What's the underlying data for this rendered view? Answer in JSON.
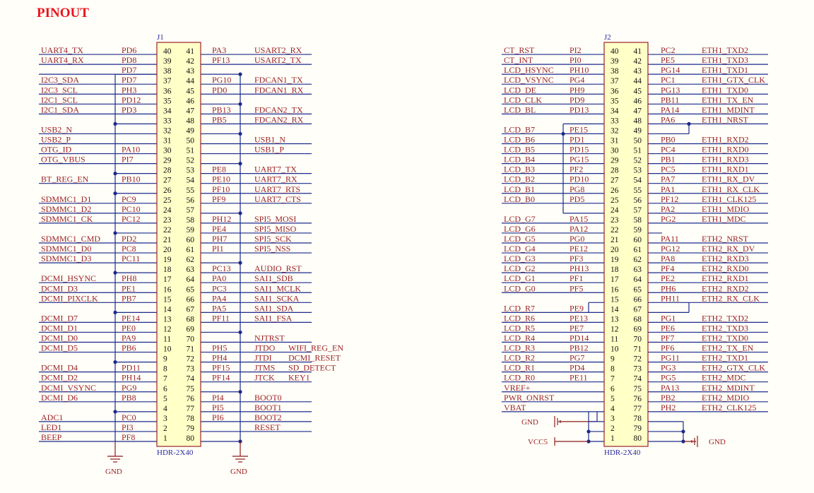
{
  "title": "PINOUT",
  "connectors": [
    {
      "ref": "J1",
      "type": "HDR-2X40",
      "gnd_label": "GND",
      "rows": [
        {
          "l": [
            "UART4_TX",
            "PD6"
          ],
          "ln": "40",
          "rn": "41",
          "r": [
            "PA3",
            "USART2_RX"
          ]
        },
        {
          "l": [
            "UART4_RX",
            "PD8"
          ],
          "ln": "39",
          "rn": "42",
          "r": [
            "PF13",
            "USART2_TX"
          ]
        },
        {
          "l": [
            "",
            "PD7"
          ],
          "ln": "38",
          "rn": "43",
          "r": [
            "",
            ""
          ]
        },
        {
          "l": [
            "I2C3_SDA",
            "PD7"
          ],
          "ln": "37",
          "rn": "44",
          "r": [
            "PG10",
            "FDCAN1_TX"
          ]
        },
        {
          "l": [
            "I2C3_SCL",
            "PH3"
          ],
          "ln": "36",
          "rn": "45",
          "r": [
            "PD0",
            "FDCAN1_RX"
          ]
        },
        {
          "l": [
            "I2C1_SCL",
            "PD12"
          ],
          "ln": "35",
          "rn": "46",
          "r": [
            "",
            ""
          ]
        },
        {
          "l": [
            "I2C1_SDA",
            "PD3"
          ],
          "ln": "34",
          "rn": "47",
          "r": [
            "PB13",
            "FDCAN2_TX"
          ]
        },
        {
          "l": [
            "",
            ""
          ],
          "ln": "33",
          "rn": "48",
          "r": [
            "PB5",
            "FDCAN2_RX"
          ]
        },
        {
          "l": [
            "USB2_N",
            ""
          ],
          "ln": "32",
          "rn": "49",
          "r": [
            "",
            ""
          ]
        },
        {
          "l": [
            "USB2_P",
            ""
          ],
          "ln": "31",
          "rn": "50",
          "r": [
            "",
            "USB1_N"
          ]
        },
        {
          "l": [
            "OTG_ID",
            "PA10"
          ],
          "ln": "30",
          "rn": "51",
          "r": [
            "",
            "USB1_P"
          ]
        },
        {
          "l": [
            "OTG_VBUS",
            "PI7"
          ],
          "ln": "29",
          "rn": "52",
          "r": [
            "",
            ""
          ]
        },
        {
          "l": [
            "",
            ""
          ],
          "ln": "28",
          "rn": "53",
          "r": [
            "PE8",
            "UART7_TX"
          ]
        },
        {
          "l": [
            "BT_REG_EN",
            "PB10"
          ],
          "ln": "27",
          "rn": "54",
          "r": [
            "PE10",
            "UART7_RX"
          ]
        },
        {
          "l": [
            "",
            ""
          ],
          "ln": "26",
          "rn": "55",
          "r": [
            "PF10",
            "UART7_RTS"
          ]
        },
        {
          "l": [
            "SDMMC1_D1",
            "PC9"
          ],
          "ln": "25",
          "rn": "56",
          "r": [
            "PF9",
            "UART7_CTS"
          ]
        },
        {
          "l": [
            "SDMMC1_D2",
            "PC10"
          ],
          "ln": "24",
          "rn": "57",
          "r": [
            "",
            ""
          ]
        },
        {
          "l": [
            "SDMMC1_CK",
            "PC12"
          ],
          "ln": "23",
          "rn": "58",
          "r": [
            "PH12",
            "SPI5_MOSI"
          ]
        },
        {
          "l": [
            "",
            ""
          ],
          "ln": "22",
          "rn": "59",
          "r": [
            "PE4",
            "SPI5_MISO"
          ]
        },
        {
          "l": [
            "SDMMC1_CMD",
            "PD2"
          ],
          "ln": "21",
          "rn": "60",
          "r": [
            "PH7",
            "SPI5_SCK"
          ]
        },
        {
          "l": [
            "SDMMC1_D0",
            "PC8"
          ],
          "ln": "20",
          "rn": "61",
          "r": [
            "PI1",
            "SPI5_NSS"
          ]
        },
        {
          "l": [
            "SDMMC1_D3",
            "PC11"
          ],
          "ln": "19",
          "rn": "62",
          "r": [
            "",
            ""
          ]
        },
        {
          "l": [
            "",
            ""
          ],
          "ln": "18",
          "rn": "63",
          "r": [
            "PC13",
            "AUDIO_RST"
          ]
        },
        {
          "l": [
            "DCMI_HSYNC",
            "PH8"
          ],
          "ln": "17",
          "rn": "64",
          "r": [
            "PA0",
            "SAI1_SDB"
          ]
        },
        {
          "l": [
            "DCMI_D3",
            "PE1"
          ],
          "ln": "16",
          "rn": "65",
          "r": [
            "PC3",
            "SAI1_MCLK"
          ]
        },
        {
          "l": [
            "DCMI_PIXCLK",
            "PB7"
          ],
          "ln": "15",
          "rn": "66",
          "r": [
            "PA4",
            "SAI1_SCKA"
          ]
        },
        {
          "l": [
            "",
            ""
          ],
          "ln": "14",
          "rn": "67",
          "r": [
            "PA5",
            "SAI1_SDA"
          ]
        },
        {
          "l": [
            "DCMI_D7",
            "PE14"
          ],
          "ln": "13",
          "rn": "68",
          "r": [
            "PF11",
            "SAI1_FSA"
          ]
        },
        {
          "l": [
            "DCMI_D1",
            "PE0"
          ],
          "ln": "12",
          "rn": "69",
          "r": [
            "",
            ""
          ]
        },
        {
          "l": [
            "DCMI_D0",
            "PA9"
          ],
          "ln": "11",
          "rn": "70",
          "r": [
            "",
            "NJTRST"
          ]
        },
        {
          "l": [
            "DCMI_D5",
            "PB6"
          ],
          "ln": "10",
          "rn": "71",
          "r": [
            "PH5",
            "JTDO",
            "WIFI_REG_EN"
          ]
        },
        {
          "l": [
            "",
            ""
          ],
          "ln": "9",
          "rn": "72",
          "r": [
            "PH4",
            "JTDI",
            "DCMI_RESET"
          ]
        },
        {
          "l": [
            "DCMI_D4",
            "PD11"
          ],
          "ln": "8",
          "rn": "73",
          "r": [
            "PF15",
            "JTMS",
            "SD_DETECT"
          ]
        },
        {
          "l": [
            "DCMI_D2",
            "PH14"
          ],
          "ln": "7",
          "rn": "74",
          "r": [
            "PF14",
            "JTCK",
            "KEY1"
          ]
        },
        {
          "l": [
            "DCMI_VSYNC",
            "PG9"
          ],
          "ln": "6",
          "rn": "75",
          "r": [
            "",
            ""
          ]
        },
        {
          "l": [
            "DCMI_D6",
            "PB8"
          ],
          "ln": "5",
          "rn": "76",
          "r": [
            "PI4",
            "BOOT0"
          ]
        },
        {
          "l": [
            "",
            ""
          ],
          "ln": "4",
          "rn": "77",
          "r": [
            "PI5",
            "BOOT1"
          ]
        },
        {
          "l": [
            "ADC1",
            "PC0"
          ],
          "ln": "3",
          "rn": "78",
          "r": [
            "PI6",
            "BOOT2"
          ]
        },
        {
          "l": [
            "LED1",
            "PI3"
          ],
          "ln": "2",
          "rn": "79",
          "r": [
            "",
            "RESET"
          ]
        },
        {
          "l": [
            "BEEP",
            "PF8"
          ],
          "ln": "1",
          "rn": "80",
          "r": [
            "",
            ""
          ]
        }
      ]
    },
    {
      "ref": "J2",
      "type": "HDR-2X40",
      "gnd_label": "GND",
      "vcc_label": "VCC5",
      "rows": [
        {
          "l": [
            "CT_RST",
            "PI2"
          ],
          "ln": "40",
          "rn": "41",
          "r": [
            "PC2",
            "ETH1_TXD2"
          ]
        },
        {
          "l": [
            "CT_INT",
            "PI0"
          ],
          "ln": "39",
          "rn": "42",
          "r": [
            "PE5",
            "ETH1_TXD3"
          ]
        },
        {
          "l": [
            "LCD_HSYNC",
            "PH10"
          ],
          "ln": "38",
          "rn": "43",
          "r": [
            "PG14",
            "ETH1_TXD1"
          ]
        },
        {
          "l": [
            "LCD_VSYNC",
            "PG4"
          ],
          "ln": "37",
          "rn": "44",
          "r": [
            "PC1",
            "ETH1_GTX_CLK"
          ]
        },
        {
          "l": [
            "LCD_DE",
            "PH9"
          ],
          "ln": "36",
          "rn": "45",
          "r": [
            "PG13",
            "ETH1_TXD0"
          ]
        },
        {
          "l": [
            "LCD_CLK",
            "PD9"
          ],
          "ln": "35",
          "rn": "46",
          "r": [
            "PB11",
            "ETH1_TX_EN"
          ]
        },
        {
          "l": [
            "LCD_BL",
            "PD13"
          ],
          "ln": "34",
          "rn": "47",
          "r": [
            "PA14",
            "ETH1_MDINT"
          ]
        },
        {
          "l": [
            "",
            ""
          ],
          "ln": "33",
          "rn": "48",
          "r": [
            "PA6",
            "ETH1_NRST"
          ]
        },
        {
          "l": [
            "LCD_B7",
            "PE15"
          ],
          "ln": "32",
          "rn": "49",
          "r": [
            "",
            ""
          ]
        },
        {
          "l": [
            "LCD_B6",
            "PD1"
          ],
          "ln": "31",
          "rn": "50",
          "r": [
            "PB0",
            "ETH1_RXD2"
          ]
        },
        {
          "l": [
            "LCD_B5",
            "PD15"
          ],
          "ln": "30",
          "rn": "51",
          "r": [
            "PC4",
            "ETH1_RXD0"
          ]
        },
        {
          "l": [
            "LCD_B4",
            "PG15"
          ],
          "ln": "29",
          "rn": "52",
          "r": [
            "PB1",
            "ETH1_RXD3"
          ]
        },
        {
          "l": [
            "LCD_B3",
            "PF2"
          ],
          "ln": "28",
          "rn": "53",
          "r": [
            "PC5",
            "ETH1_RXD1"
          ]
        },
        {
          "l": [
            "LCD_B2",
            "PD10"
          ],
          "ln": "27",
          "rn": "54",
          "r": [
            "PA7",
            "ETH1_RX_DV"
          ]
        },
        {
          "l": [
            "LCD_B1",
            "PG8"
          ],
          "ln": "26",
          "rn": "55",
          "r": [
            "PA1",
            "ETH1_RX_CLK"
          ]
        },
        {
          "l": [
            "LCD_B0",
            "PD5"
          ],
          "ln": "25",
          "rn": "56",
          "r": [
            "PF12",
            "ETH1_CLK125"
          ]
        },
        {
          "l": [
            "",
            ""
          ],
          "ln": "24",
          "rn": "57",
          "r": [
            "PA2",
            "ETH1_MDIO"
          ]
        },
        {
          "l": [
            "LCD_G7",
            "PA15"
          ],
          "ln": "23",
          "rn": "58",
          "r": [
            "PG2",
            "ETH1_MDC"
          ]
        },
        {
          "l": [
            "LCD_G6",
            "PA12"
          ],
          "ln": "22",
          "rn": "59",
          "r": [
            "",
            ""
          ]
        },
        {
          "l": [
            "LCD_G5",
            "PG0"
          ],
          "ln": "21",
          "rn": "60",
          "r": [
            "PA11",
            "ETH2_NRST"
          ]
        },
        {
          "l": [
            "LCD_G4",
            "PE12"
          ],
          "ln": "20",
          "rn": "61",
          "r": [
            "PG12",
            "ETH2_RX_DV"
          ]
        },
        {
          "l": [
            "LCD_G3",
            "PF3"
          ],
          "ln": "19",
          "rn": "62",
          "r": [
            "PA8",
            "ETH2_RXD3"
          ]
        },
        {
          "l": [
            "LCD_G2",
            "PH13"
          ],
          "ln": "18",
          "rn": "63",
          "r": [
            "PF4",
            "ETH2_RXD0"
          ]
        },
        {
          "l": [
            "LCD_G1",
            "PF1"
          ],
          "ln": "17",
          "rn": "64",
          "r": [
            "PE2",
            "ETH2_RXD1"
          ]
        },
        {
          "l": [
            "LCD_G0",
            "PF5"
          ],
          "ln": "16",
          "rn": "65",
          "r": [
            "PH6",
            "ETH2_RXD2"
          ]
        },
        {
          "l": [
            "",
            ""
          ],
          "ln": "15",
          "rn": "66",
          "r": [
            "PH11",
            "ETH2_RX_CLK"
          ]
        },
        {
          "l": [
            "LCD_R7",
            "PE9"
          ],
          "ln": "14",
          "rn": "67",
          "r": [
            "",
            ""
          ]
        },
        {
          "l": [
            "LCD_R6",
            "PE13"
          ],
          "ln": "13",
          "rn": "68",
          "r": [
            "PG1",
            "ETH2_TXD2"
          ]
        },
        {
          "l": [
            "LCD_R5",
            "PE7"
          ],
          "ln": "12",
          "rn": "69",
          "r": [
            "PE6",
            "ETH2_TXD3"
          ]
        },
        {
          "l": [
            "LCD_R4",
            "PD14"
          ],
          "ln": "11",
          "rn": "70",
          "r": [
            "PF7",
            "ETH2_TXD0"
          ]
        },
        {
          "l": [
            "LCD_R3",
            "PB12"
          ],
          "ln": "10",
          "rn": "71",
          "r": [
            "PF6",
            "ETH2_TX_EN"
          ]
        },
        {
          "l": [
            "LCD_R2",
            "PG7"
          ],
          "ln": "9",
          "rn": "72",
          "r": [
            "PG11",
            "ETH2_TXD1"
          ]
        },
        {
          "l": [
            "LCD_R1",
            "PD4"
          ],
          "ln": "8",
          "rn": "73",
          "r": [
            "PG3",
            "ETH2_GTX_CLK"
          ]
        },
        {
          "l": [
            "LCD_R0",
            "PE11"
          ],
          "ln": "7",
          "rn": "74",
          "r": [
            "PG5",
            "ETH2_MDC"
          ]
        },
        {
          "l": [
            "VREF+",
            ""
          ],
          "ln": "6",
          "rn": "75",
          "r": [
            "PA13",
            "ETH2_MDINT"
          ]
        },
        {
          "l": [
            "PWR_ONRST",
            ""
          ],
          "ln": "5",
          "rn": "76",
          "r": [
            "PB2",
            "ETH2_MDIO"
          ]
        },
        {
          "l": [
            "VBAT",
            ""
          ],
          "ln": "4",
          "rn": "77",
          "r": [
            "PH2",
            "ETH2_CLK125"
          ]
        },
        {
          "l": [
            "",
            ""
          ],
          "ln": "3",
          "rn": "78",
          "r": [
            "",
            ""
          ]
        },
        {
          "l": [
            "",
            ""
          ],
          "ln": "2",
          "rn": "79",
          "r": [
            "",
            ""
          ]
        },
        {
          "l": [
            "",
            ""
          ],
          "ln": "1",
          "rn": "80",
          "r": [
            "",
            ""
          ]
        }
      ]
    }
  ]
}
